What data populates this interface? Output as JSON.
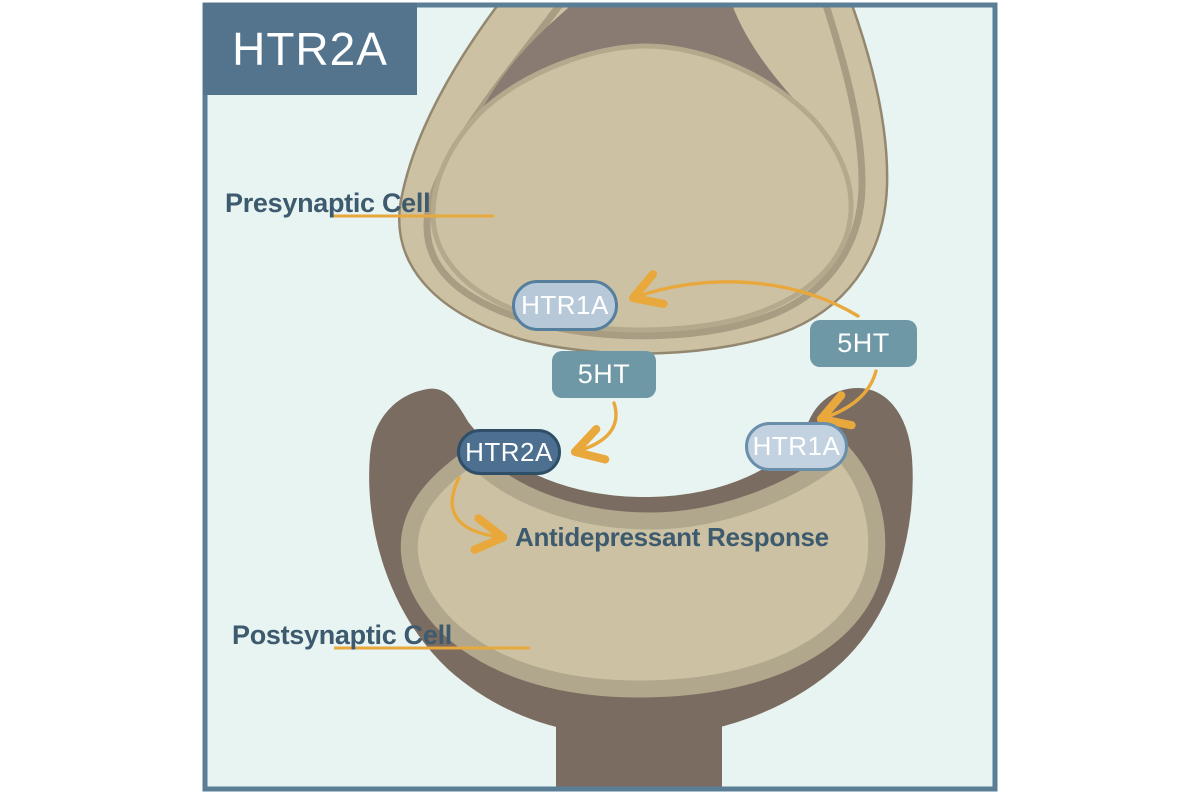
{
  "diagram": {
    "title": "HTR2A",
    "labels": {
      "presynaptic": "Presynaptic Cell",
      "postsynaptic": "Postsynaptic Cell",
      "response": "Antidepressant Response"
    },
    "receptors": [
      {
        "id": "htr1a-presynaptic",
        "label": "HTR1A",
        "location": "presynaptic membrane"
      },
      {
        "id": "htr2a-postsynaptic",
        "label": "HTR2A",
        "location": "postsynaptic membrane"
      },
      {
        "id": "htr1a-postsynaptic",
        "label": "HTR1A",
        "location": "postsynaptic membrane"
      }
    ],
    "ligands": [
      {
        "id": "5ht-center",
        "label": "5HT"
      },
      {
        "id": "5ht-right",
        "label": "5HT"
      }
    ],
    "colors": {
      "panel_background": "#e8f4f1",
      "panel_border": "#5a7e95",
      "title_box": "#53748c",
      "cell_fill_tan": "#ccc2a3",
      "cell_inner_ring": "#a89d82",
      "cell_dark_interior": "#897b71",
      "postsynaptic_dark": "#7b6c62",
      "arrow_orange": "#e9a83c",
      "label_text": "#3d5a6e",
      "htr1a_fill": "#b7c9d8",
      "htr2a_fill": "#4e7090",
      "ht5_fill": "#6e98a5"
    }
  }
}
